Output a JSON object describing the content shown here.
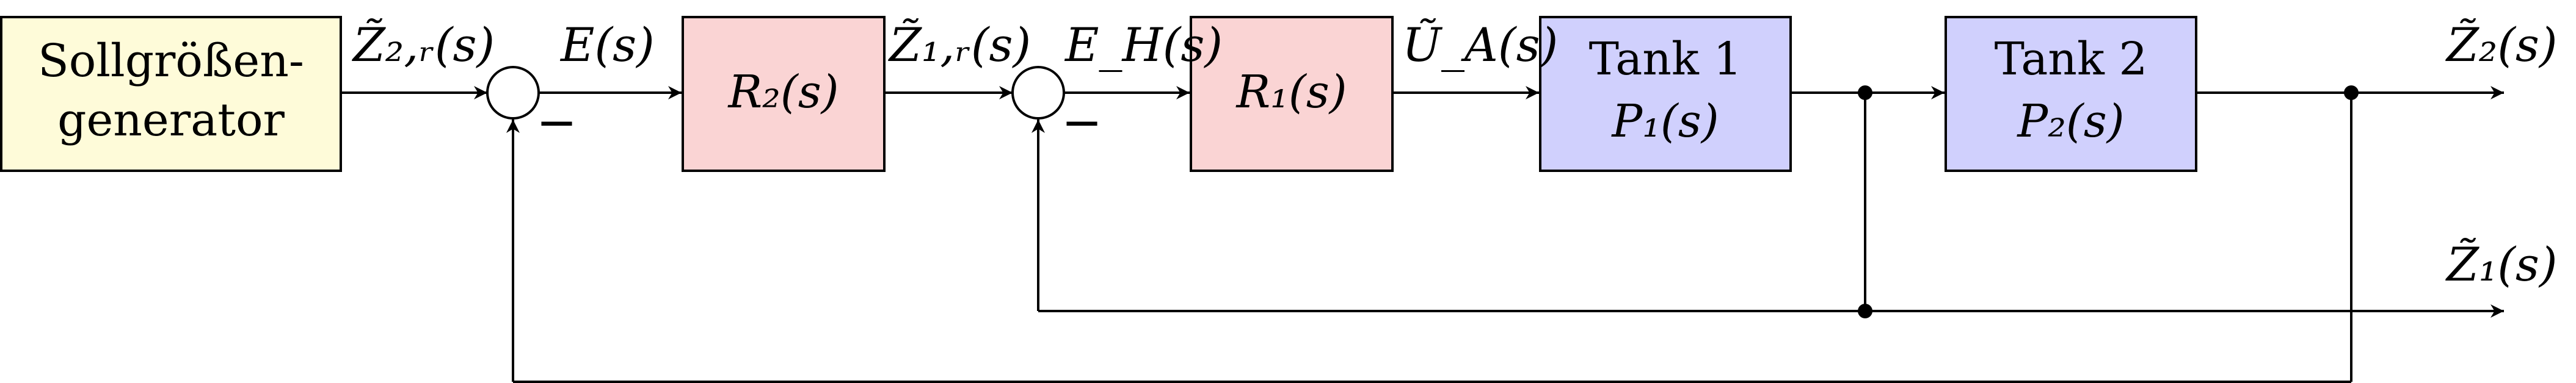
{
  "blocks": {
    "generator": {
      "line1": "Sollgrößen-",
      "line2": "generator",
      "color": "#fefbd9"
    },
    "r2": {
      "label": "R₂(s)",
      "color": "#fad4d4"
    },
    "r1": {
      "label": "R₁(s)",
      "color": "#fad4d4"
    },
    "tank1": {
      "line1": "Tank 1",
      "line2": "P₁(s)",
      "color": "#d0d0fd"
    },
    "tank2": {
      "line1": "Tank 2",
      "line2": "P₂(s)",
      "color": "#d0d0fd"
    }
  },
  "signals": {
    "z2r": "Z̃₂,ᵣ(s)",
    "e": "E(s)",
    "z1r": "Z̃₁,ᵣ(s)",
    "eh": "E_H(s)",
    "ua": "Ũ_A(s)",
    "z2": "Z̃₂(s)",
    "z1": "Z̃₁(s)"
  },
  "summing_junctions": {
    "outer_sign": "−",
    "inner_sign": "−"
  }
}
